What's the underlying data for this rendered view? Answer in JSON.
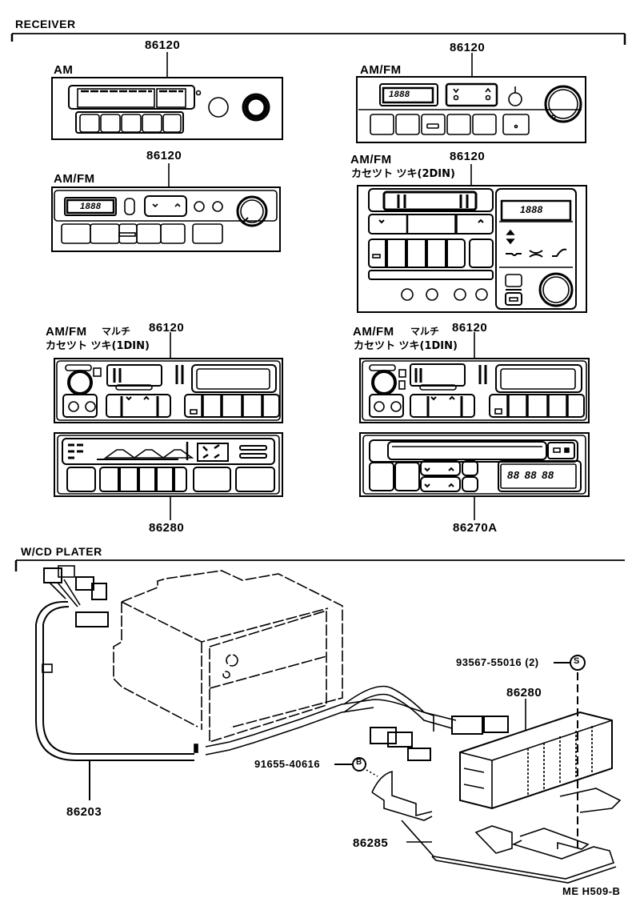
{
  "sections": {
    "receiver": {
      "title": "RECEIVER"
    },
    "cd_player": {
      "title": "W/CD PLATER"
    }
  },
  "receiver_units": [
    {
      "id": "am",
      "type_label": "AM",
      "part_no": "86120"
    },
    {
      "id": "am-fm-1",
      "type_label": "AM/FM",
      "part_no": "86120",
      "display": "1888"
    },
    {
      "id": "am-fm-2",
      "type_label": "AM/FM",
      "part_no": "86120",
      "display": "1888"
    },
    {
      "id": "am-fm-cassette-2din",
      "type_label": "AM/FM",
      "sub_label": "カセツト ツキ(2DIN)",
      "part_no": "86120",
      "display": "1888"
    },
    {
      "id": "am-fm-multi-cassette-1din-left",
      "type_label": "AM/FM",
      "type_label_extra": "マルチ",
      "sub_label": "カセツト ツキ(1DIN)",
      "part_no": "86120",
      "lower_part_no": "86280"
    },
    {
      "id": "am-fm-multi-cassette-1din-right",
      "type_label": "AM/FM",
      "type_label_extra": "マルチ",
      "sub_label": "カセツト ツキ(1DIN)",
      "part_no": "86120",
      "lower_part_no": "86270A",
      "lower_display": "88 88 88"
    }
  ],
  "cd_parts": {
    "screw": {
      "part_no": "93567-55016 (2)",
      "symbol": "S"
    },
    "amplifier": {
      "part_no": "86280"
    },
    "bolt": {
      "part_no": "91655-40616",
      "symbol": "B"
    },
    "cable": {
      "part_no": "86203"
    },
    "bracket": {
      "part_no": "86285"
    }
  },
  "figure_code": "ME H509-B"
}
